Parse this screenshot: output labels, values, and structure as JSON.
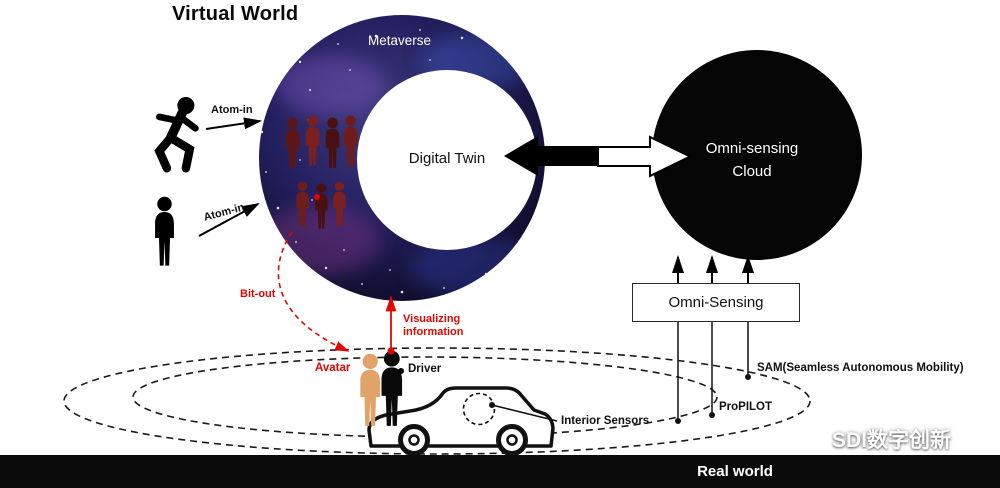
{
  "title": "Virtual World",
  "metaverse": {
    "label": "Metaverse",
    "digital_twin": "Digital Twin"
  },
  "cloud": {
    "line1": "Omni-sensing",
    "line2": "Cloud"
  },
  "omni_sensing_box": "Omni-Sensing",
  "arrows": {
    "atom_in_top": "Atom-in",
    "atom_in_bottom": "Atom-in",
    "bit_out": "Bit-out",
    "visualizing_information": "Visualizing information"
  },
  "vehicle": {
    "avatar": "Avatar",
    "driver": "Driver",
    "interior_sensors": "Interior Sensors",
    "propilot": "ProPILOT",
    "sam": "SAM(Seamless Autonomous Mobility)"
  },
  "real_world": "Real world",
  "watermark": "SDI数字创新",
  "colors": {
    "accent_red": "#e10600",
    "space_dark": "#141233",
    "figure_maroon": "#5c1616",
    "avatar_tan": "#e2a368",
    "cloud_black": "#050505"
  }
}
